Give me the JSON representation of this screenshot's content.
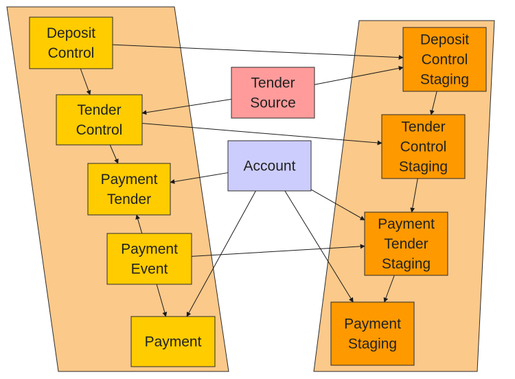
{
  "colors": {
    "band": "#fbc98a",
    "main_box": "#ffcc00",
    "staging_box": "#ff9900",
    "tender_source": "#ff9b9b",
    "account": "#cdcdfd",
    "edge": "#1a1a1a"
  },
  "nodes": {
    "deposit_control": {
      "lines": [
        "Deposit",
        "Control"
      ]
    },
    "tender_control": {
      "lines": [
        "Tender",
        "Control"
      ]
    },
    "payment_tender": {
      "lines": [
        "Payment",
        "Tender"
      ]
    },
    "payment_event": {
      "lines": [
        "Payment",
        "Event"
      ]
    },
    "payment": {
      "lines": [
        "Payment"
      ]
    },
    "tender_source": {
      "lines": [
        "Tender",
        "Source"
      ]
    },
    "account": {
      "lines": [
        "Account"
      ]
    },
    "deposit_control_staging": {
      "lines": [
        "Deposit",
        "Control",
        "Staging"
      ]
    },
    "tender_control_staging": {
      "lines": [
        "Tender",
        "Control",
        "Staging"
      ]
    },
    "payment_tender_staging": {
      "lines": [
        "Payment",
        "Tender",
        "Staging"
      ]
    },
    "payment_staging": {
      "lines": [
        "Payment",
        "Staging"
      ]
    }
  },
  "edges": [
    [
      "deposit_control",
      "tender_control"
    ],
    [
      "deposit_control",
      "deposit_control_staging"
    ],
    [
      "tender_control",
      "payment_tender"
    ],
    [
      "tender_control",
      "tender_control_staging"
    ],
    [
      "tender_source",
      "tender_control"
    ],
    [
      "tender_source",
      "deposit_control_staging"
    ],
    [
      "account",
      "payment_tender"
    ],
    [
      "account",
      "payment"
    ],
    [
      "account",
      "payment_tender_staging"
    ],
    [
      "account",
      "payment_staging"
    ],
    [
      "payment_event",
      "payment_tender"
    ],
    [
      "payment_event",
      "payment"
    ],
    [
      "payment_event",
      "payment_tender_staging"
    ],
    [
      "deposit_control_staging",
      "tender_control_staging"
    ],
    [
      "tender_control_staging",
      "payment_tender_staging"
    ],
    [
      "payment_tender_staging",
      "payment_staging"
    ]
  ]
}
